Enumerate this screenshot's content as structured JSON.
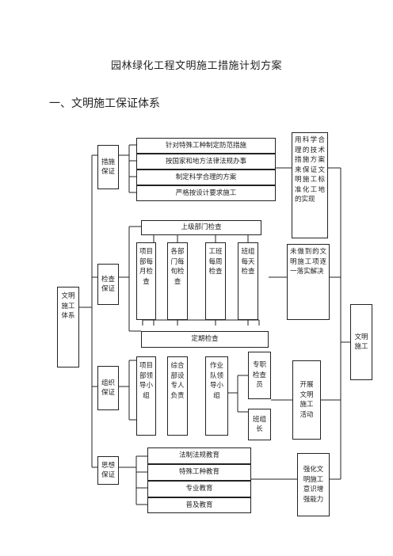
{
  "document": {
    "title": "园林绿化工程文明施工措施计划方案",
    "section_heading": "一、文明施工保证体系"
  },
  "diagram": {
    "root": "文明\n施工\n体系",
    "right_goal": "文明\n施工",
    "measures": {
      "label": "措施\n保证",
      "items": [
        "针对特殊工种制定防范措施",
        "按国家和地方法律法规办事",
        "制定科学合理的方案",
        "严格按设计要求施工"
      ],
      "note": "用科学合理的技术措施方案来保证文明施工标准化工地的实现"
    },
    "inspection": {
      "label": "检查\n保证",
      "top": "上级部门检查",
      "columns": [
        "项目\n部每\n月检\n查",
        "各部\n门每\n旬检\n查",
        "工班\n每周\n检查",
        "班组\n每天\n检查"
      ],
      "bottom": "定期检查",
      "note": "未做到的文明施工项逐一落实解决"
    },
    "organization": {
      "label": "组织\n保证",
      "columns": [
        "项目\n部领\n导小\n组",
        "综合\n部设\n专人\n负责",
        "作业\n队领\n导小\n组"
      ],
      "staff": "专职\n检查\n员",
      "team_leader": "班组\n长",
      "note": "开展\n文明\n施工\n活动"
    },
    "ideology": {
      "label": "思想\n保证",
      "items": [
        "法制法规教育",
        "特殊工种教育",
        "专业教育",
        "普及教育"
      ],
      "note": "强化文\n明施工\n意识增\n强能力"
    }
  }
}
